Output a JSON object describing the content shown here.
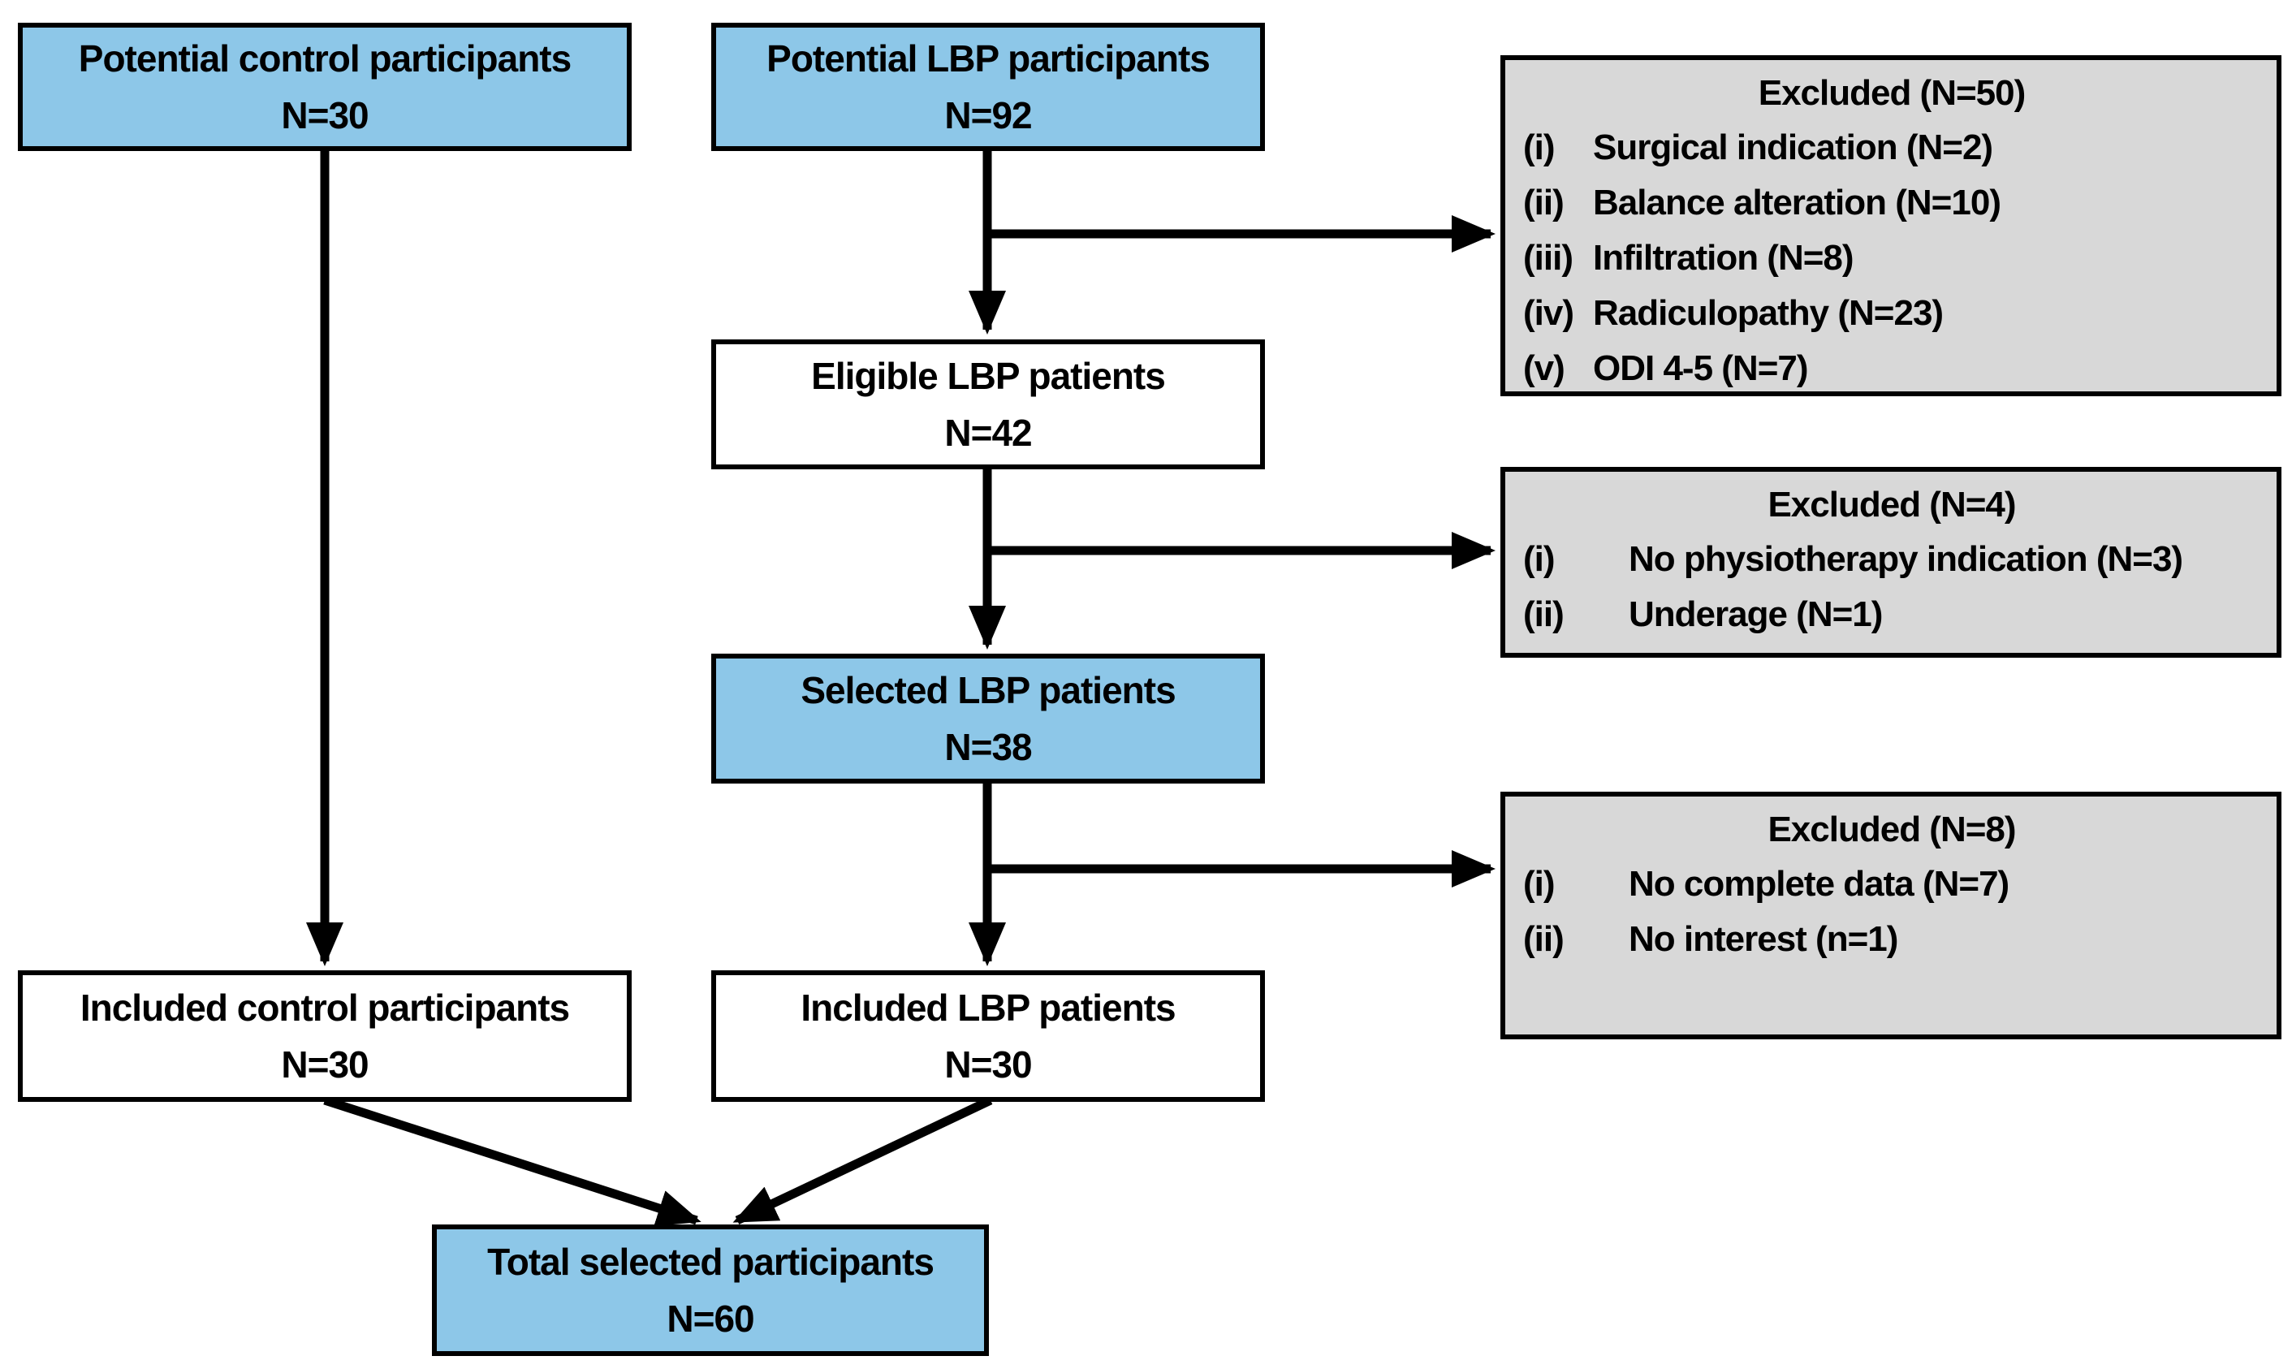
{
  "figure": {
    "colors": {
      "node_highlight_fill": "#8DC7E8",
      "exclusion_fill": "#D8D8D8",
      "border": "#000000",
      "arrow": "#000000",
      "text": "#000000",
      "background": "#FFFFFF"
    },
    "nodes": {
      "potential_control": {
        "line1": "Potential control participants",
        "line2": "N=30"
      },
      "potential_lbp": {
        "line1": "Potential LBP participants",
        "line2": "N=92"
      },
      "eligible_lbp": {
        "line1": "Eligible LBP patients",
        "line2": "N=42"
      },
      "selected_lbp": {
        "line1": "Selected LBP patients",
        "line2": "N=38"
      },
      "included_control": {
        "line1": "Included control participants",
        "line2": "N=30"
      },
      "included_lbp": {
        "line1": "Included LBP patients",
        "line2": "N=30"
      },
      "total_selected": {
        "line1": "Total selected participants",
        "line2": "N=60"
      }
    },
    "exclusions": [
      {
        "title": "Excluded (N=50)",
        "items": [
          {
            "num": "(i)",
            "text": "Surgical indication (N=2)"
          },
          {
            "num": "(ii)",
            "text": "Balance alteration (N=10)"
          },
          {
            "num": "(iii)",
            "text": "Infiltration (N=8)"
          },
          {
            "num": "(iv)",
            "text": "Radiculopathy (N=23)"
          },
          {
            "num": "(v)",
            "text": "ODI 4-5 (N=7)"
          }
        ]
      },
      {
        "title": "Excluded (N=4)",
        "items": [
          {
            "num": "(i)",
            "text": "No physiotherapy indication (N=3)"
          },
          {
            "num": "(ii)",
            "text": "Underage (N=1)"
          }
        ]
      },
      {
        "title": "Excluded (N=8)",
        "items": [
          {
            "num": "(i)",
            "text": "No complete data (N=7)"
          },
          {
            "num": "(ii)",
            "text": "No interest (n=1)"
          }
        ]
      }
    ]
  }
}
